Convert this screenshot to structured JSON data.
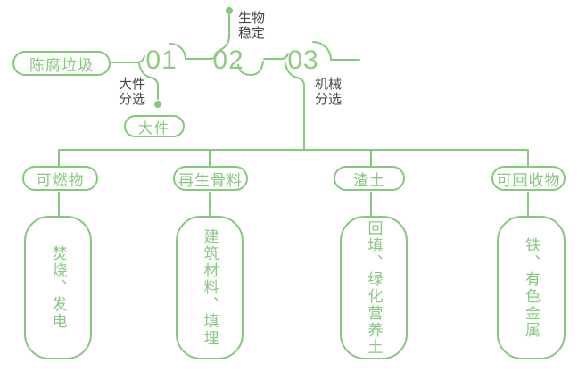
{
  "colors": {
    "line": "#85c87e",
    "number": "#8fcc82",
    "ink": "#4a4a4a",
    "background": "#ffffff"
  },
  "source": {
    "label": "陈腐垃圾"
  },
  "steps": [
    {
      "number": "01",
      "process": "大件分选",
      "output": "大件"
    },
    {
      "number": "02",
      "process": "生物稳定"
    },
    {
      "number": "03",
      "process": "机械分选"
    }
  ],
  "branches": [
    {
      "category": "可燃物",
      "disposal": "焚烧、发电"
    },
    {
      "category": "再生骨料",
      "disposal": "建筑材料、填埋"
    },
    {
      "category": "渣土",
      "disposal": "回填、绿化营养土"
    },
    {
      "category": "可回收物",
      "disposal": "铁、有色金属"
    }
  ]
}
